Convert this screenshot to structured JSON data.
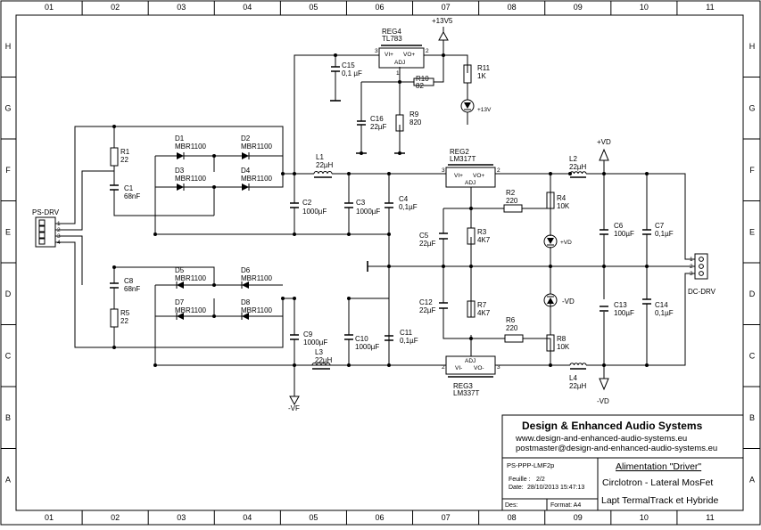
{
  "grid": {
    "columns": [
      "01",
      "02",
      "03",
      "04",
      "05",
      "06",
      "07",
      "08",
      "09",
      "10",
      "11"
    ],
    "rows": [
      "H",
      "G",
      "F",
      "E",
      "D",
      "C",
      "B",
      "A"
    ]
  },
  "components": {
    "R1": {
      "ref": "R1",
      "value": "22"
    },
    "C1": {
      "ref": "C1",
      "value": "68nF"
    },
    "D1": {
      "ref": "D1",
      "value": "MBR1100"
    },
    "D2": {
      "ref": "D2",
      "value": "MBR1100"
    },
    "D3": {
      "ref": "D3",
      "value": "MBR1100"
    },
    "D4": {
      "ref": "D4",
      "value": "MBR1100"
    },
    "C8": {
      "ref": "C8",
      "value": "68nF"
    },
    "R5": {
      "ref": "R5",
      "value": "22"
    },
    "D5": {
      "ref": "D5",
      "value": "MBR1100"
    },
    "D6": {
      "ref": "D6",
      "value": "MBR1100"
    },
    "D7": {
      "ref": "D7",
      "value": "MBR1100"
    },
    "D8": {
      "ref": "D8",
      "value": "MBR1100"
    },
    "L1": {
      "ref": "L1",
      "value": "22µH"
    },
    "C2": {
      "ref": "C2",
      "value": "1000µF"
    },
    "C3": {
      "ref": "C3",
      "value": "1000µF"
    },
    "C4": {
      "ref": "C4",
      "value": "0,1µF"
    },
    "C9": {
      "ref": "C9",
      "value": "1000µF"
    },
    "C10": {
      "ref": "C10",
      "value": "1000µF"
    },
    "C11": {
      "ref": "C11",
      "value": "0,1µF"
    },
    "L3": {
      "ref": "L3",
      "value": "22µH"
    },
    "REG4": {
      "ref": "REG4",
      "value": "TL783"
    },
    "C15": {
      "ref": "C15",
      "value": "0,1 µF"
    },
    "C16": {
      "ref": "C16",
      "value": "22µF"
    },
    "R10": {
      "ref": "R10",
      "value": "82"
    },
    "R9": {
      "ref": "R9",
      "value": "820"
    },
    "R11": {
      "ref": "R11",
      "value": "1K"
    },
    "REG2": {
      "ref": "REG2",
      "value": "LM317T"
    },
    "REG3": {
      "ref": "REG3",
      "value": "LM337T"
    },
    "R2": {
      "ref": "R2",
      "value": "220"
    },
    "R3": {
      "ref": "R3",
      "value": "4K7"
    },
    "C5": {
      "ref": "C5",
      "value": "22µF"
    },
    "R4": {
      "ref": "R4",
      "value": "10K"
    },
    "C12": {
      "ref": "C12",
      "value": "22µF"
    },
    "R7": {
      "ref": "R7",
      "value": "4K7"
    },
    "R6": {
      "ref": "R6",
      "value": "220"
    },
    "R8": {
      "ref": "R8",
      "value": "10K"
    },
    "L2": {
      "ref": "L2",
      "value": "22µH"
    },
    "L4": {
      "ref": "L4",
      "value": "22µH"
    },
    "C6": {
      "ref": "C6",
      "value": "100µF"
    },
    "C7": {
      "ref": "C7",
      "value": "0,1µF"
    },
    "C13": {
      "ref": "C13",
      "value": "100µF"
    },
    "C14": {
      "ref": "C14",
      "value": "0,1µF"
    }
  },
  "pins": {
    "vi_plus": "VI+",
    "vo_plus": "VO+",
    "vi_minus": "VI-",
    "vo_minus": "VO-",
    "adj": "ADJ",
    "p1": "1",
    "p2": "2",
    "p3": "3",
    "p4": "4"
  },
  "nets": {
    "v13v5": "+13V5",
    "v13v": "+13V",
    "vd_plus": "+VD",
    "vd_minus": "-VD",
    "vf_minus": "-VF"
  },
  "connectors": {
    "ps_drv": "PS-DRV",
    "dc_drv": "DC-DRV"
  },
  "title_block": {
    "company": "Design & Enhanced Audio Systems",
    "website": "www.design-and-enhanced-audio-systems.eu",
    "email": "postmaster@design-and-enhanced-audio-systems.eu",
    "doc_number": "PS-PPP-LMF2p",
    "sheet_label": "Feuille :",
    "sheet_value": "2/2",
    "date_label": "Date:",
    "date_value": "28/10/2013 15:47:13",
    "designer_label": "Des:",
    "format_label": "Format: A4",
    "title": "Alimentation \"Driver\"",
    "subtitle1": "Circlotron - Lateral MosFet",
    "subtitle2": "Lapt TermalTrack et Hybride"
  }
}
